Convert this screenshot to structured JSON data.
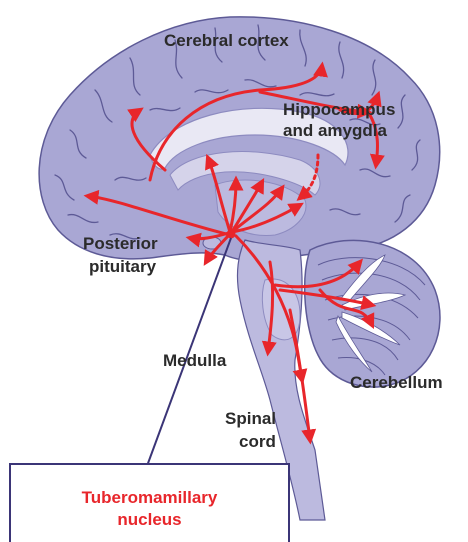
{
  "labels": {
    "cerebral_cortex": "Cerebral cortex",
    "hippocampus_line1": "Hippocampus",
    "hippocampus_line2": "and amygdla",
    "posterior_line1": "Posterior",
    "posterior_line2": "pituitary",
    "medulla": "Medulla",
    "cerebellum": "Cerebellum",
    "spinal_line1": "Spinal",
    "spinal_line2": "cord",
    "nucleus_line1": "Tuberomamillary",
    "nucleus_line2": "nucleus"
  },
  "colors": {
    "brain_fill": "#a9a7d4",
    "brain_dark": "#8d8bc0",
    "sulci": "#5d5a96",
    "inner_light": "#e9e8f4",
    "projection_red": "#e8262b",
    "pointer_line": "#3b3577",
    "label_text": "#2b2b2b",
    "nucleus_text": "#e8262b"
  }
}
